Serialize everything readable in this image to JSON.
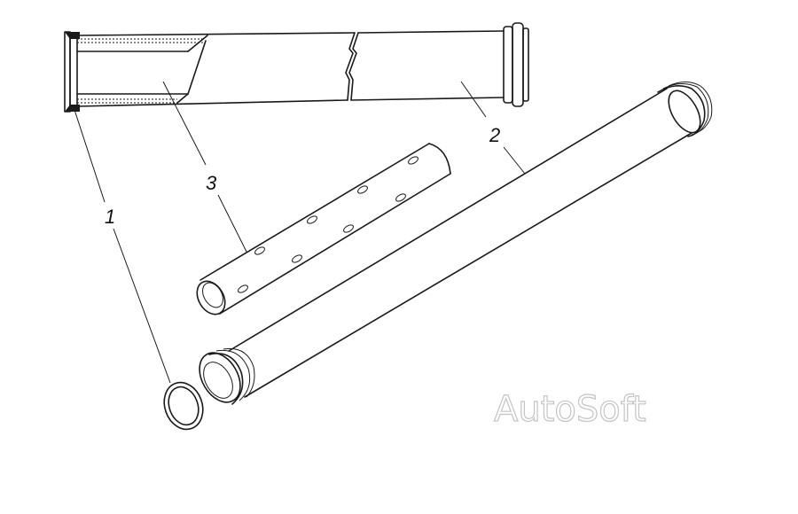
{
  "diagram": {
    "callouts": [
      {
        "id": "1",
        "label": "1"
      },
      {
        "id": "2",
        "label": "2"
      },
      {
        "id": "3",
        "label": "3"
      }
    ],
    "watermark": "AutoSoft",
    "colors": {
      "ink": "#1a1a1a",
      "watermark": "#c4c4c4",
      "background": "#ffffff"
    }
  }
}
